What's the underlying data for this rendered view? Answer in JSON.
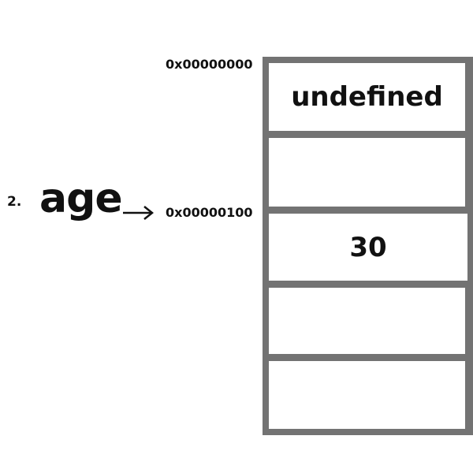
{
  "diagram": {
    "step_number": "2.",
    "variable_name": "age",
    "pointer_icon": "right-arrow-icon",
    "addresses": [
      "0x00000000",
      "0x00000100"
    ],
    "cells": [
      "undefined",
      "",
      "30",
      "",
      ""
    ],
    "colors": {
      "frame": "#737373",
      "text": "#111111",
      "background": "#ffffff"
    }
  }
}
